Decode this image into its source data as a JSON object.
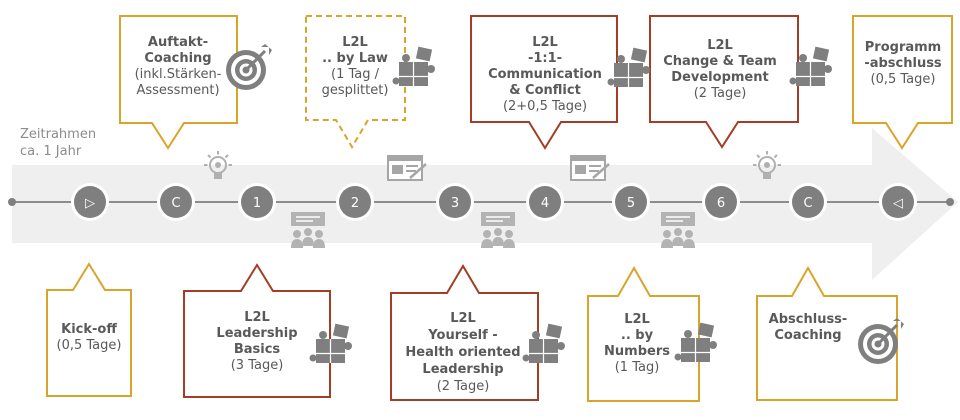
{
  "timeline": {
    "label_line1": "Zeitrahmen",
    "label_line2": "ca. 1 Jahr",
    "nodes": [
      "▷",
      "C",
      "1",
      "2",
      "3",
      "4",
      "5",
      "6",
      "C",
      "◁"
    ]
  },
  "callouts": {
    "auftakt": {
      "lines": [
        "Auftakt-",
        "Coaching",
        "(inkl.Stärken-",
        "Assessment)"
      ]
    },
    "bylaw": {
      "lines": [
        "L2L",
        ".. by Law",
        "(1 Tag /",
        "gesplittet)"
      ]
    },
    "onetoone": {
      "lines": [
        "L2L",
        "-1:1-",
        "Communication",
        "& Conflict",
        "(2+0,5 Tage)"
      ]
    },
    "change": {
      "lines": [
        "L2L",
        "Change & Team",
        "Development",
        "(2 Tage)"
      ]
    },
    "abschluss_prog": {
      "lines": [
        "Programm",
        "-abschluss",
        "(0,5 Tage)"
      ]
    },
    "kickoff": {
      "lines": [
        "Kick-off",
        "(0,5 Tage)"
      ]
    },
    "basics": {
      "lines": [
        "L2L",
        "Leadership",
        "Basics",
        "(3 Tage)"
      ]
    },
    "yourself": {
      "lines": [
        "L2L",
        "Yourself -",
        "Health oriented",
        "Leadership",
        "(2 Tage)"
      ]
    },
    "numbers": {
      "lines": [
        "L2L",
        ".. by",
        "Numbers",
        "(1 Tag)"
      ]
    },
    "coaching_end": {
      "lines": [
        "Abschluss-",
        "Coaching"
      ]
    }
  },
  "colors": {
    "gold": "#d9a42b",
    "rust": "#a33e26",
    "node_fill": "#7f7f7f",
    "arrow": "#f0f0f0",
    "icon": "#7f7f7f",
    "text": "#595959"
  }
}
